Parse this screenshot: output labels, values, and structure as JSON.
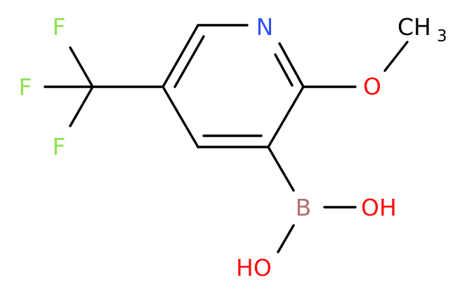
{
  "molecule": {
    "atoms": {
      "nitrogen": "N",
      "oxygen_methoxy": "O",
      "methyl": "CH",
      "methyl_subscript": "3",
      "fluorine_1": "F",
      "fluorine_2": "F",
      "fluorine_3": "F",
      "boron": "B",
      "hydroxyl_right": "OH",
      "hydroxyl_lower": "HO"
    },
    "colors": {
      "bond": "#000000",
      "nitrogen": "#3050F8",
      "oxygen": "#FF0D0D",
      "fluorine": "#90E050",
      "boron": "#B07070",
      "carbon": "#000000"
    }
  }
}
